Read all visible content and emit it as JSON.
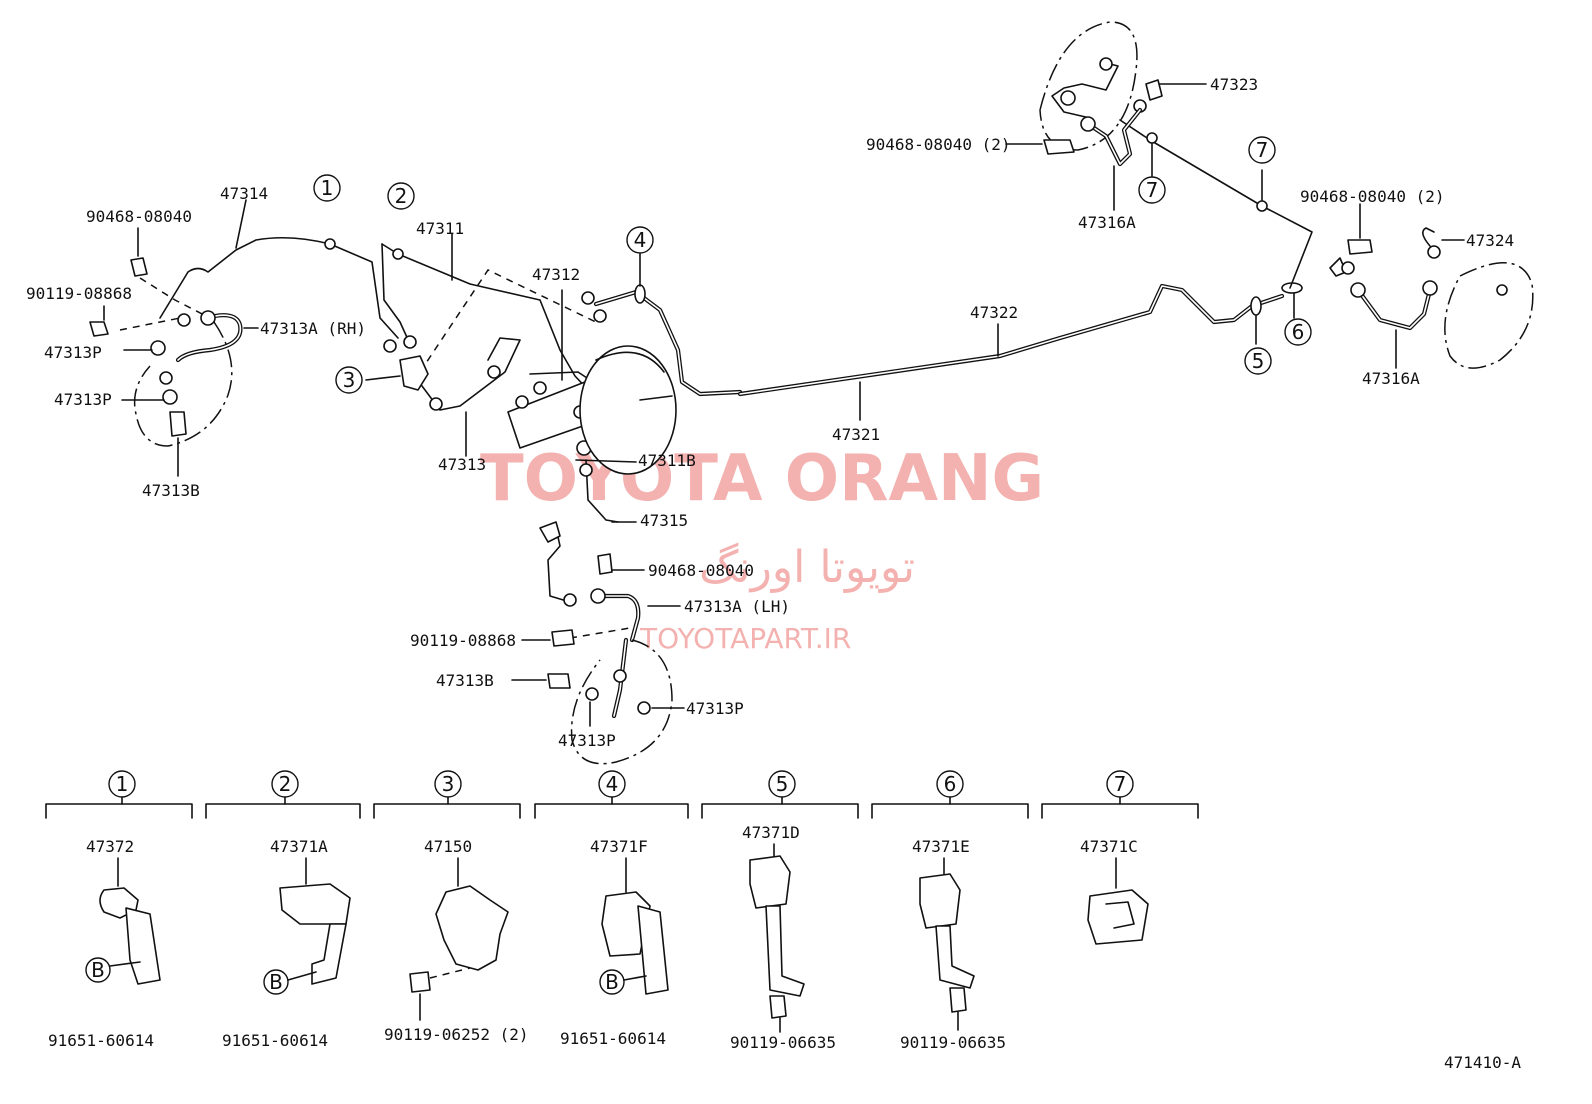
{
  "diagram_code": "471410-A",
  "watermark": {
    "brand": "TOYOTA ORANG",
    "brand_fa": "تویوتا اورنگ",
    "site": "TOYOTAPART.IR"
  },
  "markers": [
    "1",
    "2",
    "3",
    "4",
    "5",
    "6",
    "7"
  ],
  "clamp_marker": "B",
  "labels": {
    "p47314": "47314",
    "p90468_a": "90468-08040",
    "p90119_a": "90119-08868",
    "p47313A_rh": "47313A (RH)",
    "p47313P_a": "47313P",
    "p47313P_b": "47313P",
    "p47313B_a": "47313B",
    "p47311": "47311",
    "p47312": "47312",
    "p47313": "47313",
    "p47311B": "47311B",
    "p47315": "47315",
    "p90468_b": "90468-08040",
    "p47313A_lh": "47313A (LH)",
    "p90119_b": "90119-08868",
    "p47313B_b": "47313B",
    "p47313P_c": "47313P",
    "p47313P_d": "47313P",
    "p47322": "47322",
    "p47321": "47321",
    "p47323": "47323",
    "p90468_c": "90468-08040 (2)",
    "p47316A_a": "47316A",
    "p90468_d": "90468-08040 (2)",
    "p47324": "47324",
    "p47316A_b": "47316A"
  },
  "detail_panels": [
    {
      "marker": "1",
      "part": "47372",
      "bolt": "91651-60614"
    },
    {
      "marker": "2",
      "part": "47371A",
      "bolt": "91651-60614"
    },
    {
      "marker": "3",
      "part": "47150",
      "bolt": "90119-06252 (2)"
    },
    {
      "marker": "4",
      "part": "47371F",
      "bolt": "91651-60614"
    },
    {
      "marker": "5",
      "part": "47371D",
      "bolt": "90119-06635"
    },
    {
      "marker": "6",
      "part": "47371E",
      "bolt": "90119-06635"
    },
    {
      "marker": "7",
      "part": "47371C",
      "bolt": ""
    }
  ]
}
